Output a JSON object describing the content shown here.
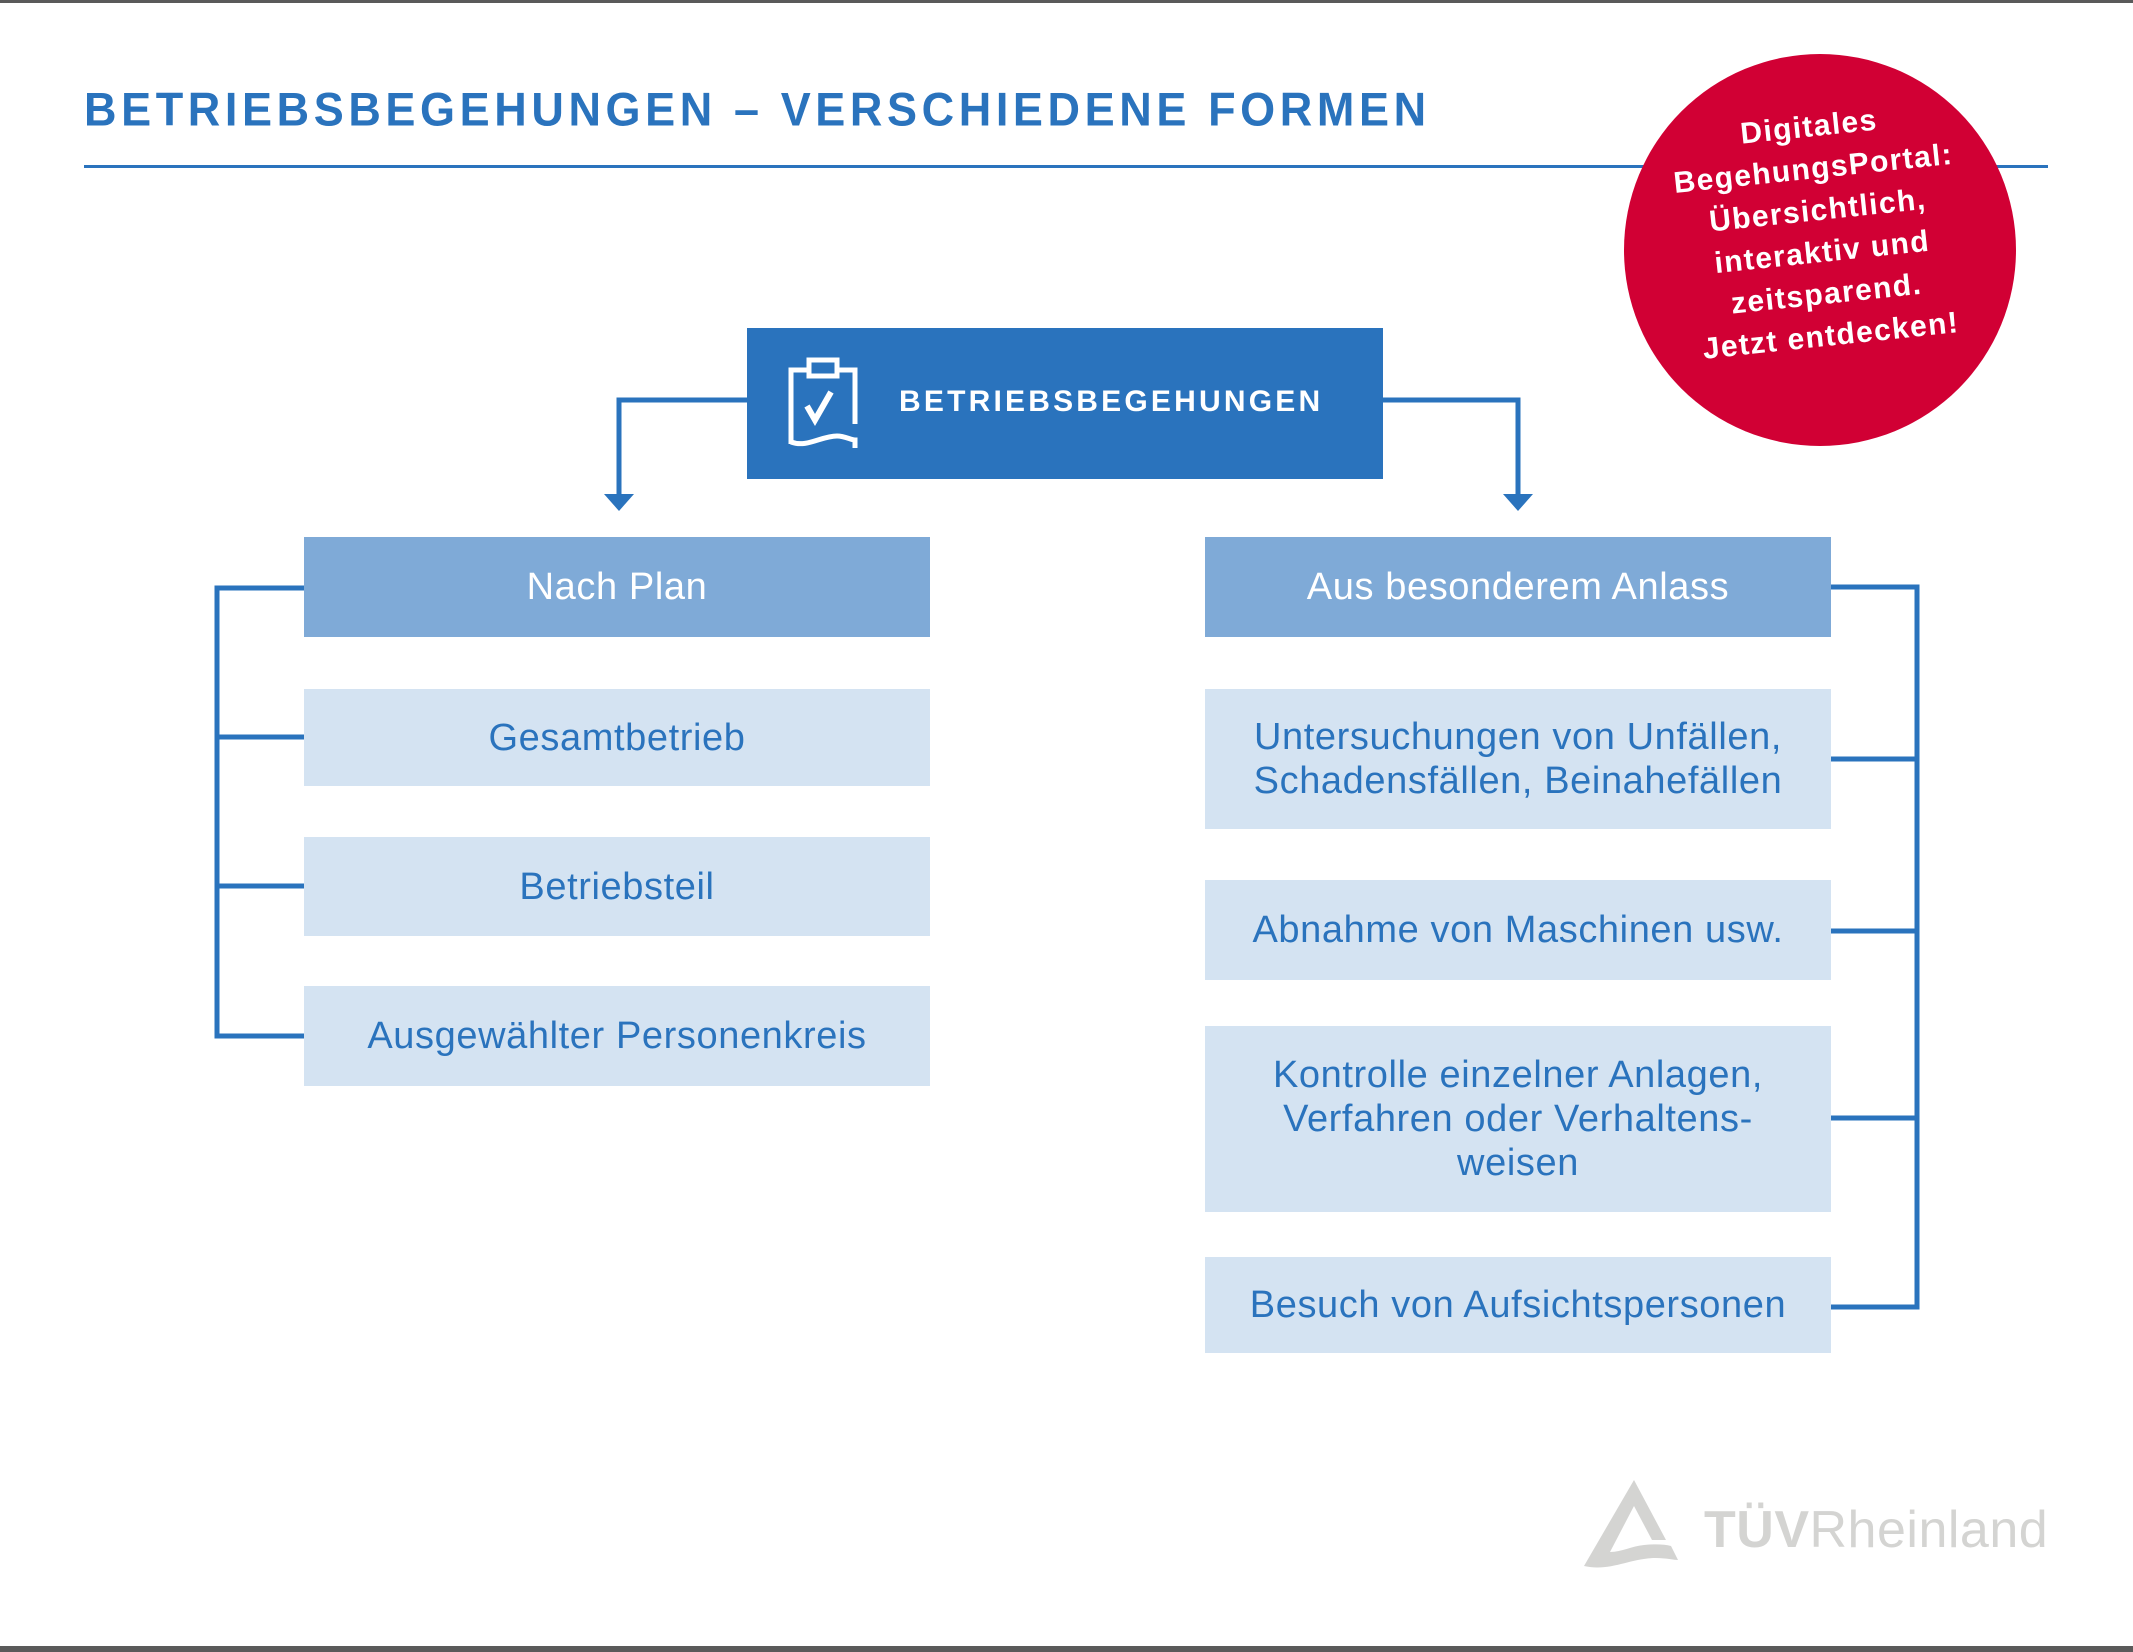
{
  "page": {
    "title": "BETRIEBSBEGEHUNGEN – VERSCHIEDENE FORMEN",
    "accent_color": "#2a73bd",
    "header_box_color": "#7faad7",
    "item_box_color": "#d4e3f2"
  },
  "root": {
    "label": "BETRIEBSBEGEHUNGEN",
    "icon": "clipboard-check-icon"
  },
  "left_branch": {
    "heading": "Nach Plan",
    "items": [
      "Gesamtbetrieb",
      "Betriebsteil",
      "Ausgewählter Personenkreis"
    ]
  },
  "right_branch": {
    "heading": "Aus besonderem Anlass",
    "items": [
      "Untersuchungen von Unfällen,\nSchadensfällen, Beinahefällen",
      "Abnahme von Maschinen usw.",
      "Kontrolle einzelner Anlagen,\nVerfahren oder Verhaltens-\nweisen",
      "Besuch von Aufsichtspersonen"
    ]
  },
  "badge": {
    "text": "Digitales\nBegehungsPortal:\nÜbersichtlich,\ninteraktiv und\nzeitsparend.\nJetzt entdecken!",
    "color": "#d10034"
  },
  "logo": {
    "brand_bold": "TÜV",
    "brand_regular": "Rheinland",
    "color": "#d4d4d2"
  }
}
